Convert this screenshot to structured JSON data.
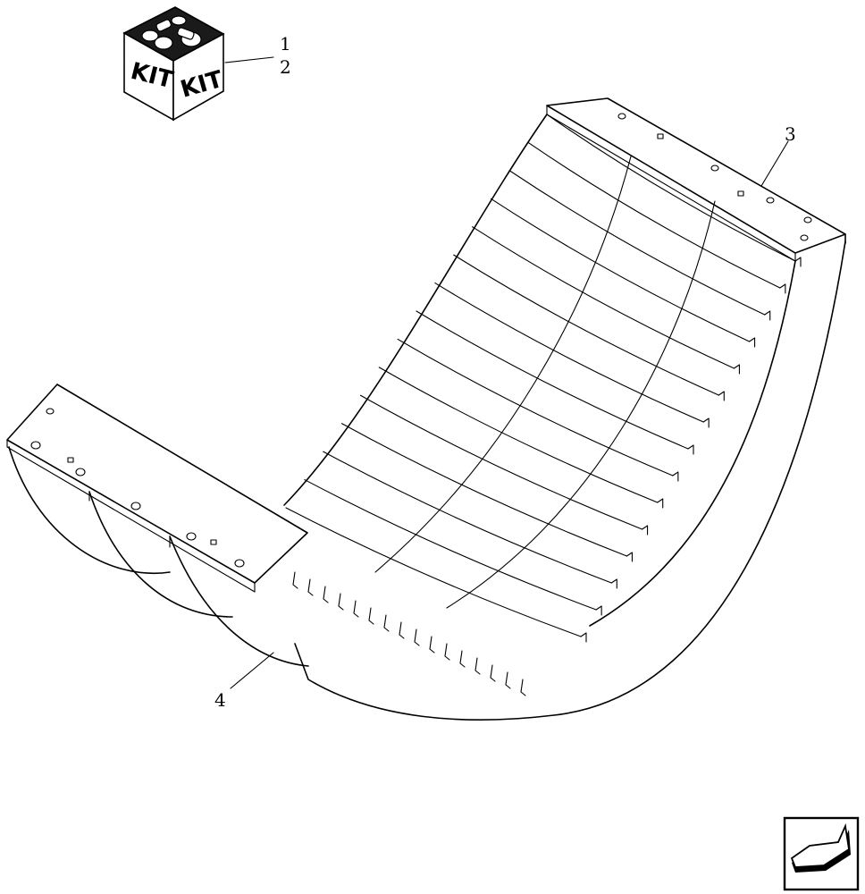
{
  "diagram": {
    "callouts": [
      {
        "id": "1",
        "label": "1"
      },
      {
        "id": "2",
        "label": "2"
      },
      {
        "id": "3",
        "label": "3"
      },
      {
        "id": "4",
        "label": "4"
      }
    ],
    "kit": {
      "label_left": "KIT",
      "label_right": "KIT"
    },
    "icons": {
      "kit_box": "kit-box-icon",
      "navigation": "back-arrow-icon"
    },
    "colors": {
      "line": "#000000",
      "background": "#ffffff",
      "kit_top": "#1a1a1a"
    }
  }
}
